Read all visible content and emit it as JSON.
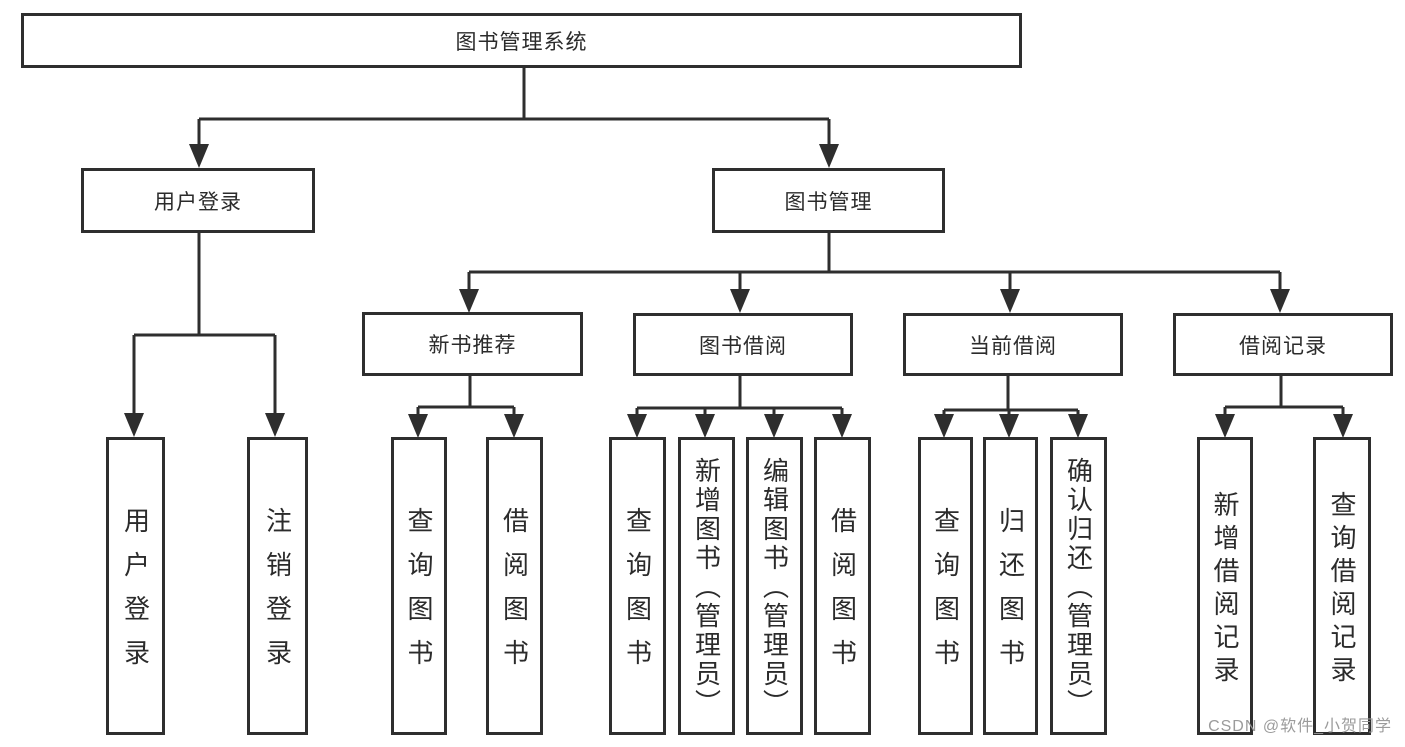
{
  "tree": {
    "root": {
      "label": "图书管理系统",
      "children": [
        {
          "label": "用户登录",
          "children": [
            {
              "label": "用户登录"
            },
            {
              "label": "注销登录"
            }
          ]
        },
        {
          "label": "图书管理",
          "children": [
            {
              "label": "新书推荐",
              "children": [
                {
                  "label": "查询图书"
                },
                {
                  "label": "借阅图书"
                }
              ]
            },
            {
              "label": "图书借阅",
              "children": [
                {
                  "label": "查询图书"
                },
                {
                  "label": "新增图书（管理员）"
                },
                {
                  "label": "编辑图书（管理员）"
                },
                {
                  "label": "借阅图书"
                }
              ]
            },
            {
              "label": "当前借阅",
              "children": [
                {
                  "label": "查询图书"
                },
                {
                  "label": "归还图书"
                },
                {
                  "label": "确认归还（管理员）"
                }
              ]
            },
            {
              "label": "借阅记录",
              "children": [
                {
                  "label": "新增借阅记录"
                },
                {
                  "label": "查询借阅记录"
                }
              ]
            }
          ]
        }
      ]
    }
  },
  "watermark": {
    "text": "CSDN @软件_小贺同学"
  },
  "colors": {
    "line": "#2e2e2e",
    "text": "#2b2b2b",
    "background": "#ffffff",
    "watermark": "#969696"
  }
}
